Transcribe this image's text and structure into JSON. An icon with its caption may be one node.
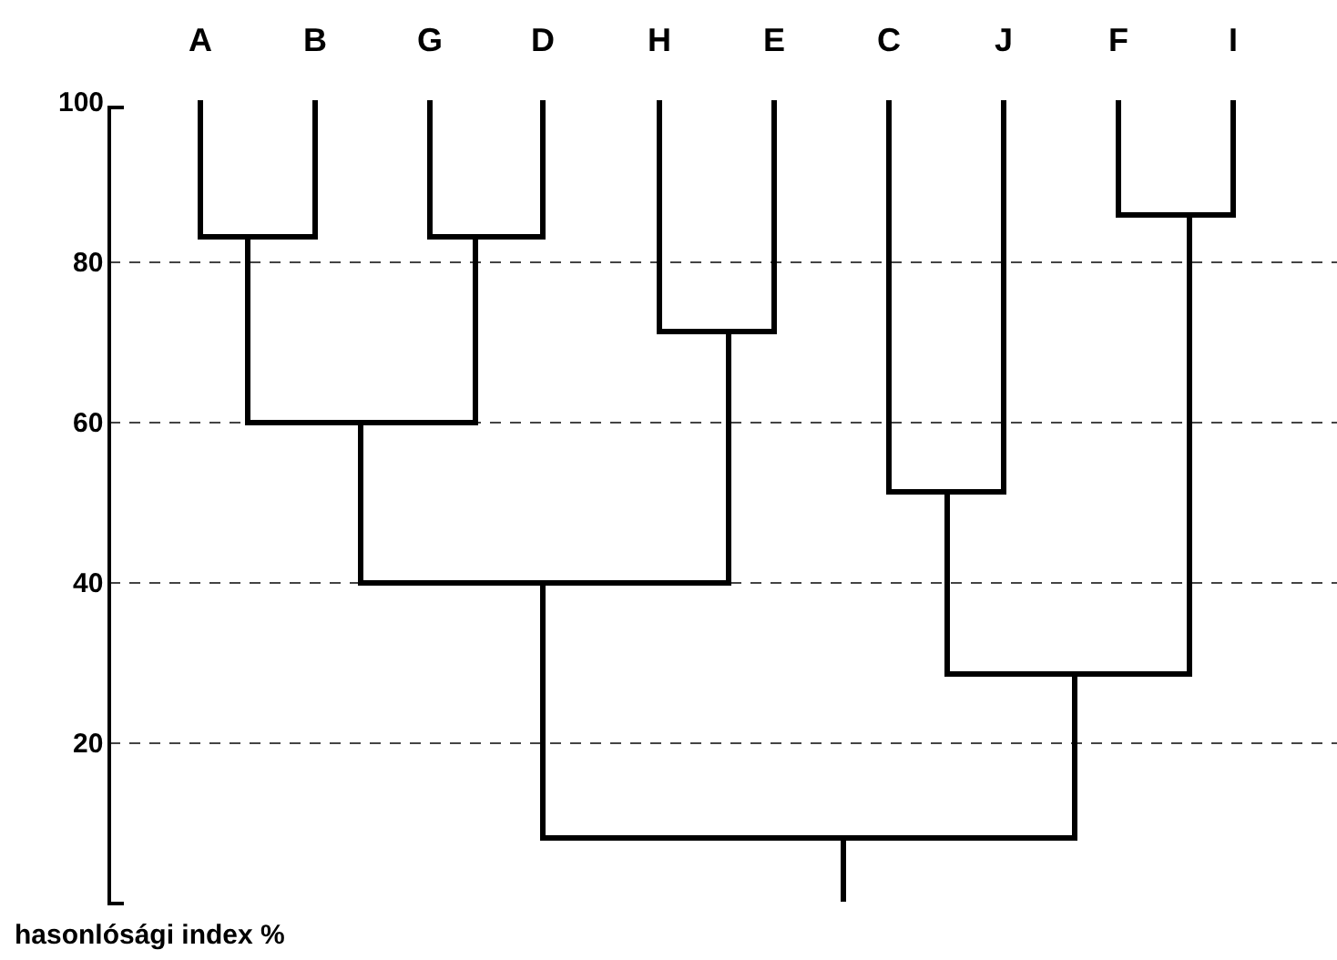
{
  "diagram": {
    "labels": [
      "A",
      "B",
      "G",
      "D",
      "H",
      "E",
      "C",
      "J",
      "F",
      "I",
      "100",
      "80",
      "60",
      "40",
      "20",
      "hasonlósági index %"
    ]
  }
}
